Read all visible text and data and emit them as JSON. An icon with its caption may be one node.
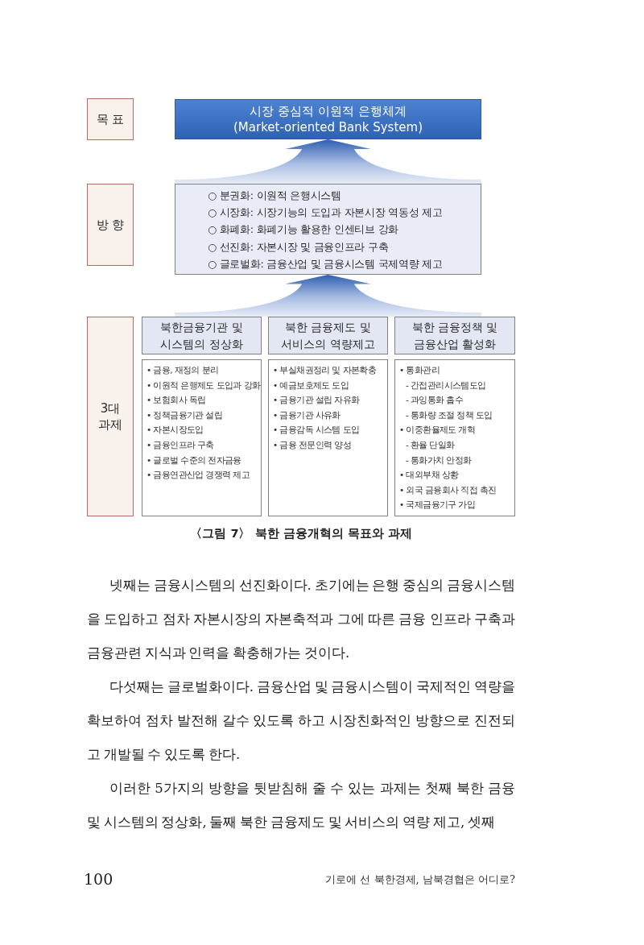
{
  "diagram": {
    "caption": "〈그림 7〉 북한 금융개혁의 목표와 과제",
    "nodes": [
      {
        "text": [
          "목 표"
        ]
      },
      {
        "text": [
          "시장 중심적 이원적 은행체계",
          "(Market-oriented Bank System)"
        ]
      },
      {
        "text": [
          "방 향"
        ]
      },
      {
        "text": [
          "○ 분권화: 이원적 은행시스템",
          "○ 시장화: 시장기능의 도입과 자본시장 역동성 제고",
          "○ 화폐화: 화폐기능 활용한 인센티브 강화",
          "○ 선진화: 자본시장 및 금융인프라 구축",
          "○ 글로벌화: 금융산업 및 금융시스템 국제역량 제고"
        ]
      },
      {
        "text": [
          "3대 과제"
        ]
      },
      {
        "text": [
          "북한금융기관 및 시스템의 정상화"
        ]
      },
      {
        "text": [
          "• 금융, 재정의 분리",
          "• 이원적 은행제도 도입과 강화",
          "• 보험회사 독립",
          "• 정책금융기관 설립",
          "• 자본시장도입",
          "• 금융인프라 구축",
          "• 글로벌 수준의 전자금융",
          "• 금융연관산업 경쟁력 제고"
        ]
      },
      {
        "text": [
          "북한 금융제도 및 서비스의 역량제고"
        ]
      },
      {
        "text": [
          "• 부실채권정리 및 자본확충",
          "• 예금보호제도 도입",
          "• 금융기관 설립 자유화",
          "• 금융기관 사유화",
          "• 금융감독 시스템 도입",
          "• 금융 전문인력 양성"
        ]
      },
      {
        "text": [
          "북한 금융정책 및 금융산업 활성화"
        ]
      },
      {
        "text": [
          "• 통화관리",
          "- 간접관리시스템도입",
          "- 과잉통화 흡수",
          "- 통화량 조절 정책 도입",
          "• 이중환율제도 개혁",
          "- 환율 단일화",
          "- 통화가치 안정화",
          "• 대외부채 상황",
          "• 외국 금융회사 직접 촉진",
          "• 국제금융기구 가입"
        ]
      }
    ],
    "edges": [
      {
        "from": 3,
        "to": 1,
        "arrow": "to"
      },
      {
        "from": 5,
        "to": 3,
        "arrow": "to"
      },
      {
        "from": 7,
        "to": 3,
        "arrow": "to"
      },
      {
        "from": 9,
        "to": 3,
        "arrow": "to"
      }
    ],
    "labels": [
      "넷째는 금융시스템의 선진화이다. 초기에는 은행 중심의 금융시스템을 도입하고 점차 자본시장의 자본축적과 그에 따른 금융 인프라 구축과 금융관련 지식과 인력을 확충해가는 것이다.",
      "다섯째는 글로벌화이다. 금융산업 및 금융시스템이 국제적인 역량을 확보하여 점차 발전해 갈수 있도록 하고 시장친화적인 방향으로 진전되고 개발될 수 있도록 한다.",
      "이러한 5가지의 방향을 뒷받침해 줄 수 있는 과제는 첫째 북한 금융 및 시스템의 정상화, 둘째 북한 금융제도 및 서비스의 역량 제고, 셋째",
      "100",
      "기로에 선 북한경제, 남북경협은 어디로?"
    ]
  }
}
